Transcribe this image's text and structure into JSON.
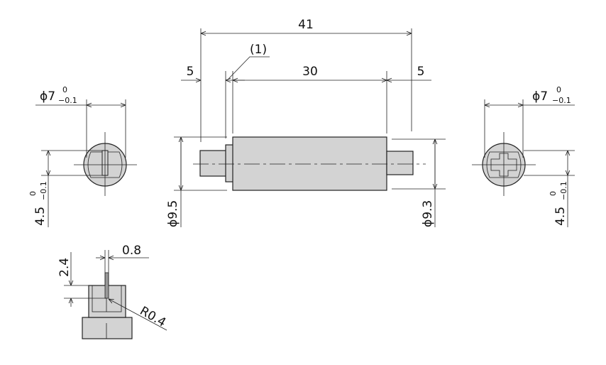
{
  "colors": {
    "part_fill": "#d3d3d3",
    "line": "#222222"
  },
  "front_view": {
    "overall_length": "41",
    "left_stub": "5",
    "body_length": "30",
    "right_stub": "5",
    "callout": "(1)",
    "left_diameter": "ϕ9.5",
    "right_diameter": "ϕ9.3"
  },
  "left_end_view": {
    "diameter": "ϕ7",
    "diameter_upper_tol": "0",
    "diameter_lower_tol": "−0.1",
    "width": "4.5",
    "width_upper_tol": "0",
    "width_lower_tol": "−0.1"
  },
  "right_end_view": {
    "diameter": "ϕ7",
    "diameter_upper_tol": "0",
    "diameter_lower_tol": "−0.1",
    "width": "4.5",
    "width_upper_tol": "0",
    "width_lower_tol": "−0.1"
  },
  "slot_detail": {
    "slot_width": "0.8",
    "slot_depth": "2.4",
    "corner_radius": "R0.4"
  }
}
